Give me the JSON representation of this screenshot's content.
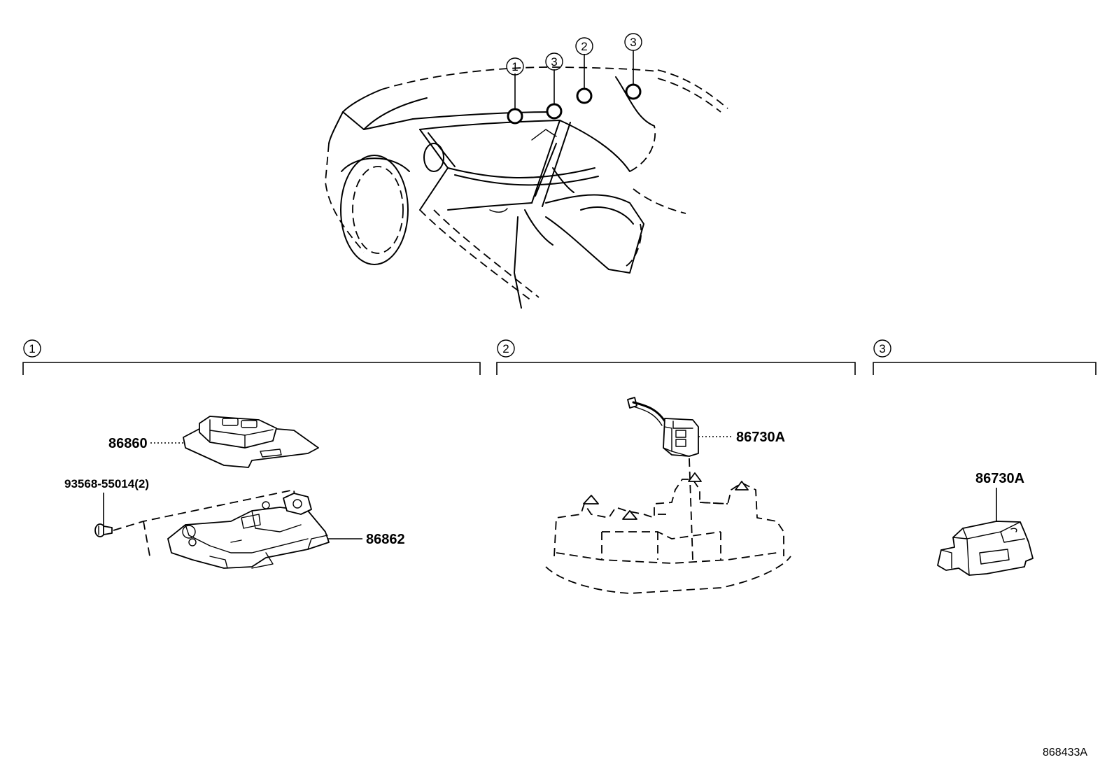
{
  "overview": {
    "callouts": [
      "1",
      "3",
      "2",
      "3"
    ]
  },
  "sections": [
    {
      "number": "1",
      "parts": [
        "86860",
        "93568-55014(2)",
        "86862"
      ]
    },
    {
      "number": "2",
      "parts": [
        "86730A"
      ]
    },
    {
      "number": "3",
      "parts": [
        "86730A"
      ]
    }
  ],
  "reference_code": "868433A"
}
